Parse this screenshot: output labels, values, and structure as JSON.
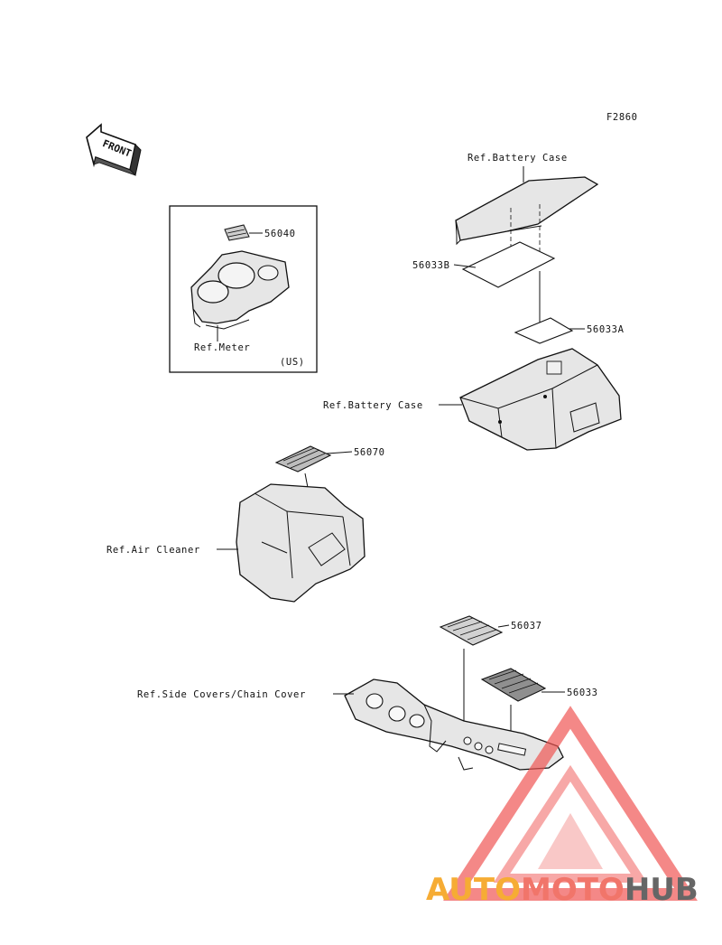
{
  "figure_code": "F2860",
  "front_arrow": {
    "label": "FRONT",
    "icon": "front-arrow-icon"
  },
  "inset": {
    "region_label": "(US)",
    "ref_label": "Ref.Meter",
    "part_number": "56040"
  },
  "battery_case_top": {
    "ref_label": "Ref.Battery Case",
    "part_numbers": [
      "56033B",
      "56033A"
    ]
  },
  "battery_case_bottom": {
    "ref_label": "Ref.Battery Case"
  },
  "air_cleaner": {
    "ref_label": "Ref.Air Cleaner",
    "part_number": "56070"
  },
  "chain_cover": {
    "ref_label": "Ref.Side Covers/Chain Cover",
    "part_numbers": [
      "56037",
      "56033"
    ]
  },
  "watermark": {
    "brand_parts": [
      "AUTO",
      "MOTO",
      "HUB"
    ],
    "colors": {
      "auto": "#f6a623",
      "moto": "#f06a5e",
      "hub": "#5a5a5a",
      "triangle": "#ef5350"
    }
  }
}
